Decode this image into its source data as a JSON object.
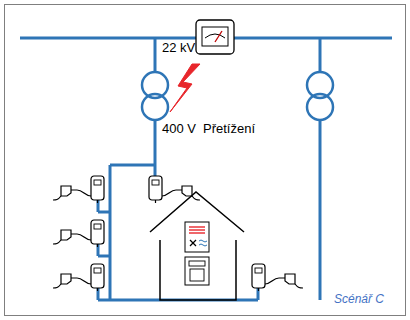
{
  "diagram": {
    "labels": [
      "22 kV",
      "400 V",
      "Přetížení",
      "Scénář C"
    ]
  }
}
